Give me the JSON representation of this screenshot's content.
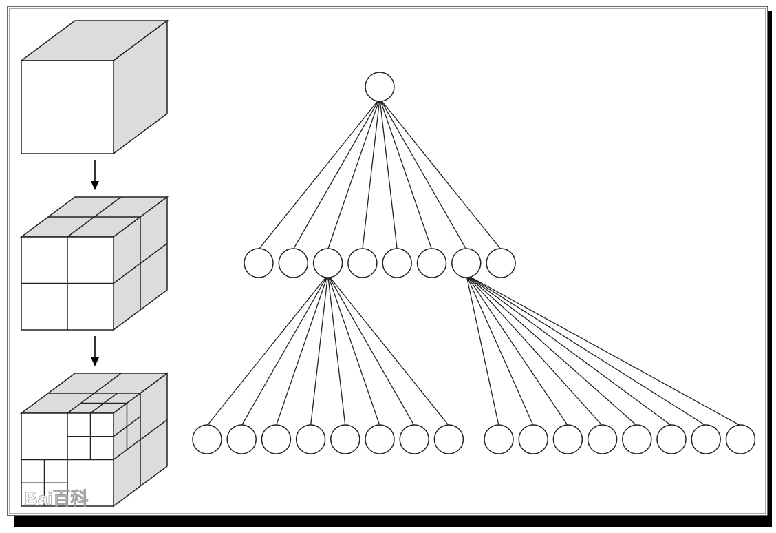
{
  "watermark": {
    "text": "Bai百科"
  },
  "colors": {
    "face_shade": "#dcdcdc",
    "line": "#222222",
    "background": "#ffffff",
    "frame_shadow": "#000000"
  },
  "subdivision_levels": [
    1,
    2,
    4
  ],
  "tree": {
    "levels": [
      {
        "node_count": 1
      },
      {
        "node_count": 8
      },
      {
        "node_count": 16,
        "groups": [
          {
            "parent_index": 2,
            "children": 8
          },
          {
            "parent_index": 6,
            "children": 8
          }
        ]
      }
    ]
  }
}
